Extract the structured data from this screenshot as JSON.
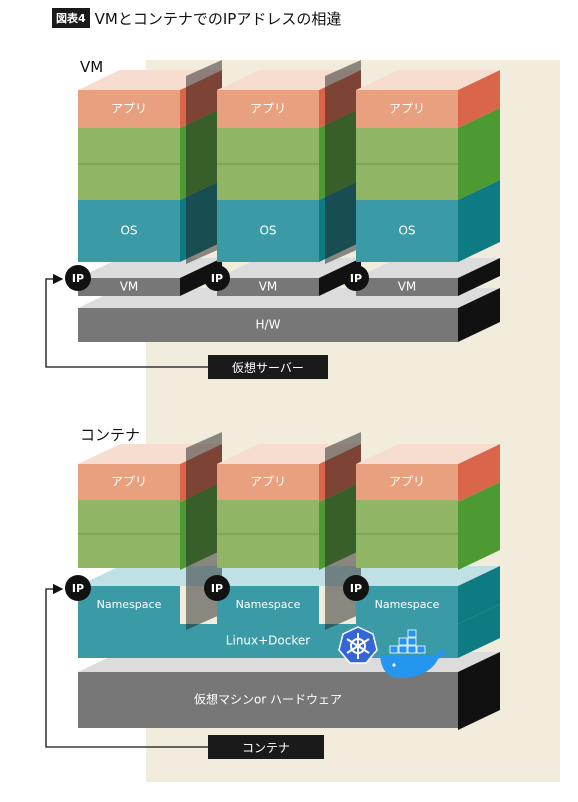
{
  "figure": {
    "badge": "図表4",
    "title": "VMとコンテナでのIPアドレスの相違"
  },
  "vm_section": {
    "label": "VM",
    "app_label": "アプリ",
    "os_label": "OS",
    "vm_label": "VM",
    "hw_label": "H/W",
    "ip_label": "IP",
    "server_tag": "仮想サーバー"
  },
  "container_section": {
    "label": "コンテナ",
    "app_label": "アプリ",
    "namespace_label": "Namespace",
    "linux_docker_label": "Linux+Docker",
    "base_label": "仮想マシンor ハードウェア",
    "ip_label": "IP",
    "container_tag": "コンテナ"
  },
  "colors": {
    "app": "#e8a07f",
    "app_side": "#d9664a",
    "middleware": "#8fb565",
    "middleware_side": "#4e9a32",
    "os": "#3a9aa6",
    "os_side": "#0e7a82",
    "gray_layer": "#777777",
    "gray_top": "#dcdcdc",
    "dark_side": "#111111",
    "ip_circle": "#111111",
    "kubernetes": "#3466d8",
    "docker": "#2496ed"
  }
}
